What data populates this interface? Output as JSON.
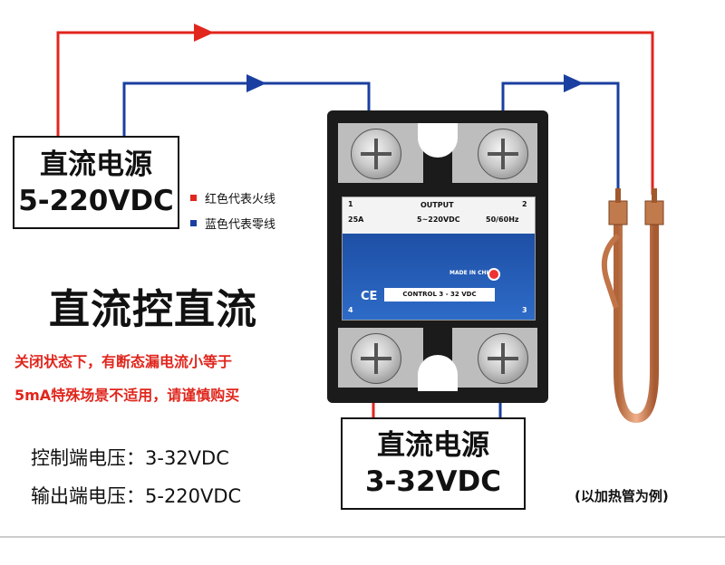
{
  "source_ac": {
    "line1": "直流电源",
    "line2": "5-220VDC"
  },
  "source_control": {
    "line1": "直流电源",
    "line2": "3-32VDC"
  },
  "legend": {
    "red": {
      "label": "红色代表火线",
      "color": "#e0261d"
    },
    "blue": {
      "label": "蓝色代表零线",
      "color": "#1a3fa0"
    }
  },
  "title": "直流控直流",
  "warning": {
    "line1": "关闭状态下，有断态漏电流小等于",
    "line2": "5mA特殊场景不适用，请谨慎购买"
  },
  "specs": {
    "control": "控制端电压：3-32VDC",
    "output": "输出端电压：5-220VDC"
  },
  "note": "(以加热管为例)",
  "relay": {
    "output_label": "OUTPUT",
    "current": "25A",
    "voltage": "5~220VDC",
    "frequency": "50/60Hz",
    "ce": "CE",
    "made_in": "MADE IN CHINA",
    "control_label": "CONTROL 3 - 32 VDC",
    "terminals": {
      "t1": "1",
      "t2": "2",
      "t3": "3",
      "t4": "4"
    }
  },
  "colors": {
    "live": "#e0261d",
    "neutral": "#1a3fa0"
  }
}
